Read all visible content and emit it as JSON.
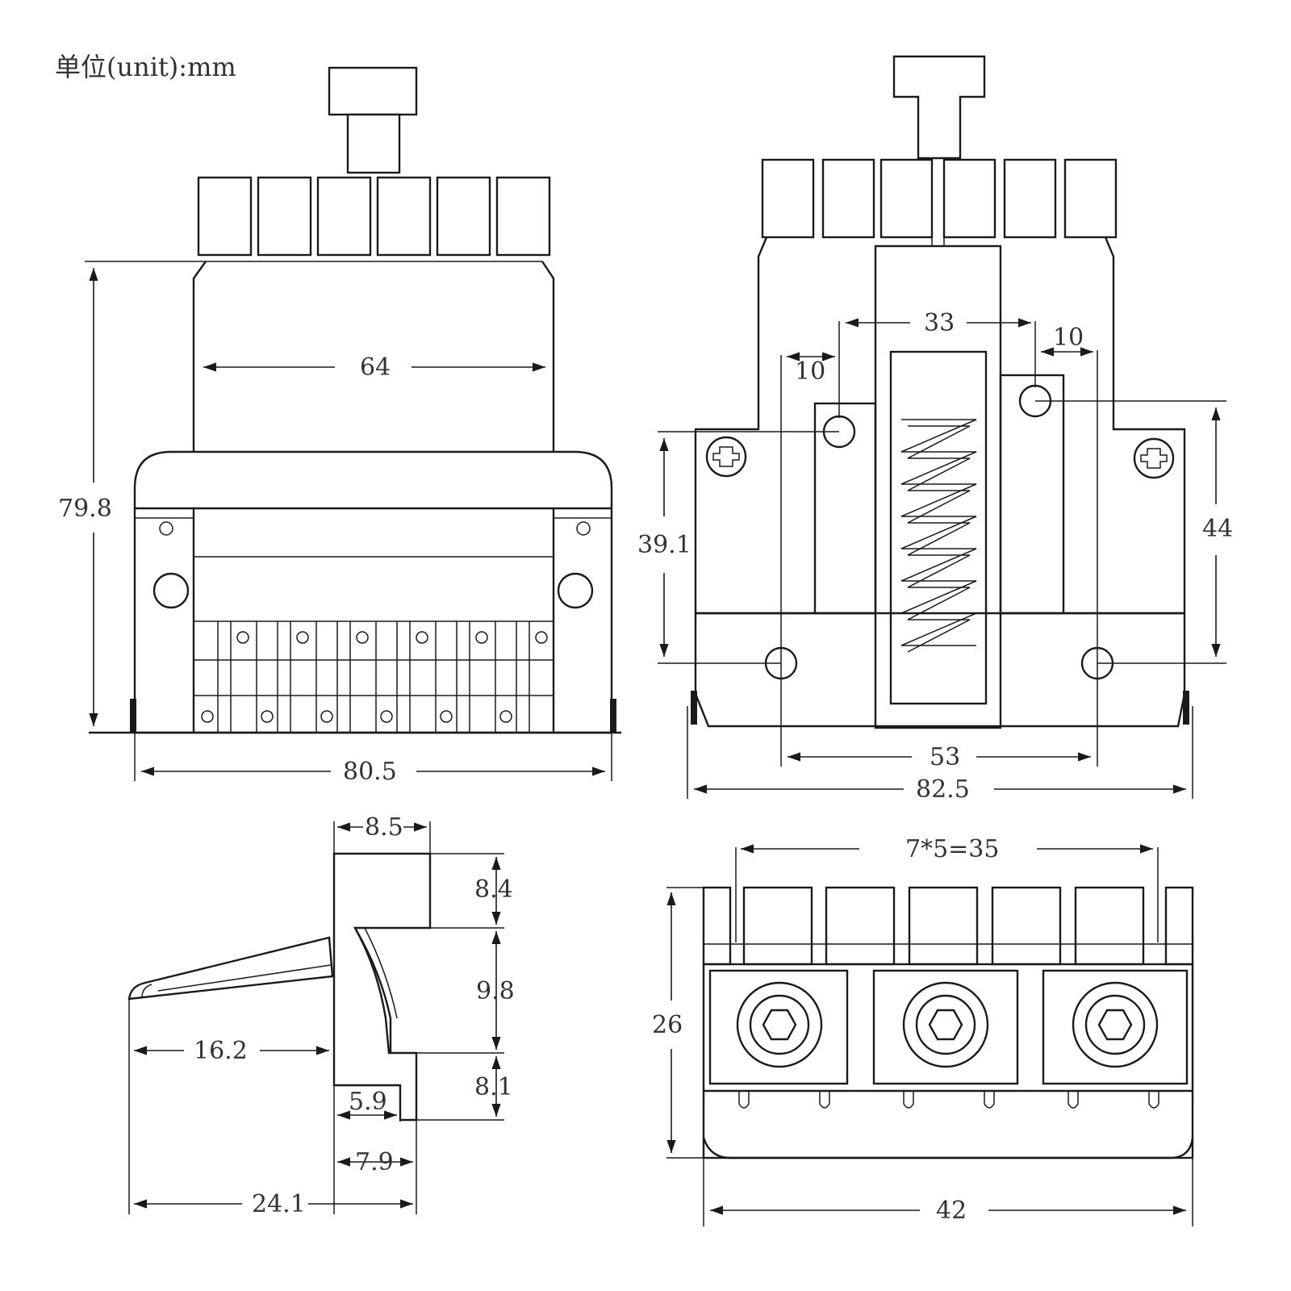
{
  "unit_label": "单位(unit):mm",
  "front_view": {
    "width_top": "64",
    "height": "79.8",
    "width_base": "80.5"
  },
  "back_view": {
    "spacing_top": "33",
    "left_offset": "10",
    "right_offset": "10",
    "left_height": "39.1",
    "right_height": "44",
    "hole_spacing": "53",
    "total_width": "82.5"
  },
  "side_view": {
    "top_width": "8.5",
    "top_height": "8.4",
    "mid_height": "9.8",
    "bottom_height": "8.1",
    "arm_length": "16.2",
    "foot_width": "5.9",
    "base_width": "7.9",
    "total_length": "24.1"
  },
  "saddle_view": {
    "pitch": "7*5=35",
    "height": "26",
    "width": "42"
  },
  "colors": {
    "line": "#1a1a1a",
    "text": "#333333",
    "background": "#ffffff"
  }
}
